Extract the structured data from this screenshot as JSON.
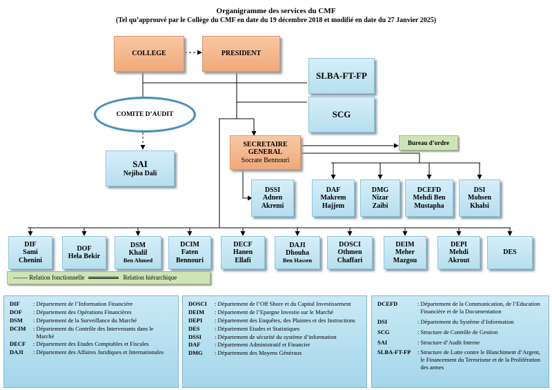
{
  "header": {
    "title": "Organigramme des services du CMF",
    "subtitle": "(Tel qu’approuvé par le Collège du CMF en date du 19 décembre 2018 et modifié en date du 27 Janvier 2025)"
  },
  "boxes": {
    "college": "COLLEGE",
    "president": "PRESIDENT",
    "slba": "SLBA-FT-FP",
    "scg": "SCG",
    "comite": "COMITE D’AUDIT",
    "sai_code": "SAI",
    "sai_name": "Nejiba Dali",
    "sg_l1": "SECRETAIRE",
    "sg_l2": "GENERAL",
    "sg_name": "Socrate Bennouri",
    "bureau": "Bureau d’ordre"
  },
  "sg_units": [
    {
      "code": "DSSI",
      "l1": "Adnen",
      "l2": "Akremi"
    },
    {
      "code": "DAF",
      "l1": "Makrem",
      "l2": "Hajjem"
    },
    {
      "code": "DMG",
      "l1": "Nizar",
      "l2": "Zaibi"
    },
    {
      "code": "DCEFD",
      "l1": "Mehdi Ben",
      "l2": "Mustapha"
    },
    {
      "code": "DSI",
      "l1": "Mohsen",
      "l2": "Khalsi"
    }
  ],
  "departments": [
    {
      "code": "DIF",
      "l1": "Sami",
      "l2": "Chenini"
    },
    {
      "code": "DOF",
      "l1": "Hela Bekir",
      "l2": ""
    },
    {
      "code": "DSM",
      "l1": "Khalil",
      "l2": "Ben Ahmed"
    },
    {
      "code": "DCIM",
      "l1": "Faten",
      "l2": "Bennouri"
    },
    {
      "code": "DECF",
      "l1": "Hanen",
      "l2": "Ellafi"
    },
    {
      "code": "DAJI",
      "l1": "Dhouha",
      "l2": "Ben Hassen"
    },
    {
      "code": "DOSCI",
      "l1": "Othmen",
      "l2": "Chaffari"
    },
    {
      "code": "DEIM",
      "l1": "Meher",
      "l2": "Mazgou"
    },
    {
      "code": "DEPI",
      "l1": "Mehdi",
      "l2": "Akrout"
    },
    {
      "code": "DES",
      "l1": "",
      "l2": ""
    }
  ],
  "relations": {
    "functional": "------- Relation fonctionnelle",
    "hierarchical": "Relation hiérarchique"
  },
  "legend": {
    "col1": [
      {
        "abbr": "DIF",
        "def": "Département de l’Information Financière"
      },
      {
        "abbr": "DOF",
        "def": "Département des Opérations Financières"
      },
      {
        "abbr": "DSM",
        "def": "Département de la Surveillance du Marché"
      },
      {
        "abbr": "DCIM",
        "def": "Département du Contrôle des Intervenants dans le Marché"
      },
      {
        "abbr": "DECF",
        "def": "Département des Etudes Comptables et Fiscales"
      },
      {
        "abbr": "DAJI",
        "def": "Département des Affaires Juridiques et Internationales"
      }
    ],
    "col2": [
      {
        "abbr": "DOSCI",
        "def": "Département de l’Off Shore et du Capital Investissement"
      },
      {
        "abbr": "DEIM",
        "def": "Département de l’Epargne Investie sur le Marché"
      },
      {
        "abbr": "DEPI",
        "def": "Département des Enquêtes, des Plaintes et des Instructions"
      },
      {
        "abbr": "DES",
        "def": "Département Etudes et Statistiques"
      },
      {
        "abbr": "DSSI",
        "def": "Département de sécurité du système d’information"
      },
      {
        "abbr": "DAF",
        "def": "Département Administratif et Financier"
      },
      {
        "abbr": "DMG",
        "def": "Département des Moyens Généraux"
      }
    ],
    "col3": [
      {
        "abbr": "DCEFD",
        "def": "Département de la Communication, de l’Education Financière et de la Documentation"
      },
      {
        "abbr": "DSI",
        "def": "Département du Système d’Information"
      },
      {
        "abbr": "SCG",
        "def": "Structure de Contrôle de Gestion"
      },
      {
        "abbr": "SAI",
        "def": "Structure d’Audit Interne"
      },
      {
        "abbr": "SLBA-FT-FP",
        "def": "Structure de Lutte contre le Blanchiment d’Argent, le Financement du Terrorisme et de la Prolifération des armes"
      }
    ]
  }
}
